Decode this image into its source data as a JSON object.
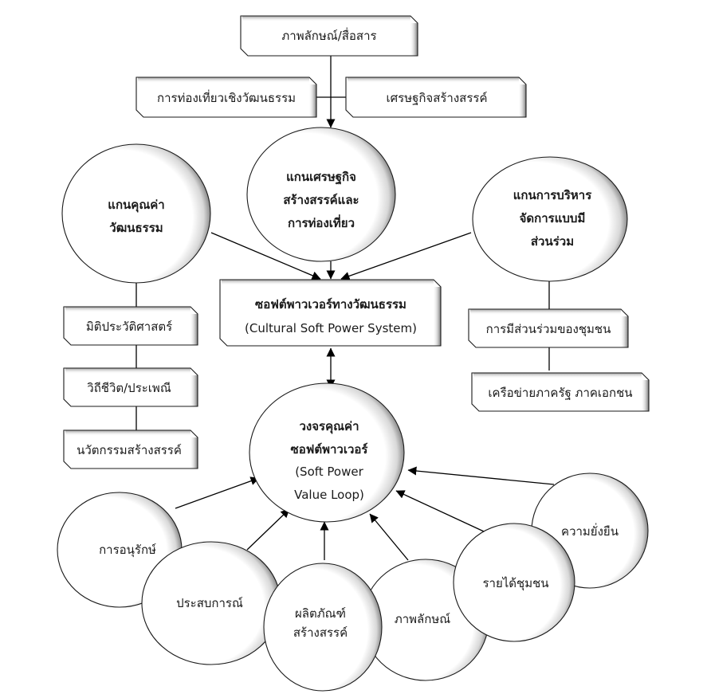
{
  "diagram": {
    "top_box": "ภาพลักษณ์/สื่อสาร",
    "left_top_box": "การท่องเที่ยวเชิงวัฒนธรรม",
    "right_top_box": "เศรษฐกิจสร้างสรรค์",
    "core_left": {
      "lines": [
        "แกนคุณค่า",
        "วัฒนธรรม"
      ]
    },
    "core_center": {
      "lines": [
        "แกนเศรษฐกิจ",
        "สร้างสรรค์และ",
        "การท่องเที่ยว"
      ]
    },
    "core_right": {
      "lines": [
        "แกนการบริหาร",
        "จัดการแบบมี",
        "ส่วนร่วม"
      ]
    },
    "system_box": {
      "lines": [
        "ซอฟต์พาวเวอร์ทางวัฒนธรรม",
        "(Cultural Soft Power System)"
      ]
    },
    "left_boxes": [
      "มิติประวัติศาสตร์",
      "วิถีชีวิต/ประเพณี",
      "นวัตกรรมสร้างสรรค์"
    ],
    "right_boxes": [
      "การมีส่วนร่วมของชุมชน",
      "เครือข่ายภาครัฐ ภาคเอกชน"
    ],
    "loop": {
      "lines": [
        "วงจรคุณค่า",
        "ซอฟต์พาวเวอร์",
        "(Soft Power",
        "Value Loop)"
      ]
    },
    "outcomes": [
      {
        "lines": [
          "การอนุรักษ์"
        ]
      },
      {
        "lines": [
          "ประสบการณ์"
        ]
      },
      {
        "lines": [
          "ผลิตภัณฑ์",
          "สร้างสรรค์"
        ]
      },
      {
        "lines": [
          "ภาพลักษณ์"
        ]
      },
      {
        "lines": [
          "รายได้ชุมชน"
        ]
      },
      {
        "lines": [
          "ความยั่งยืน"
        ]
      }
    ]
  }
}
